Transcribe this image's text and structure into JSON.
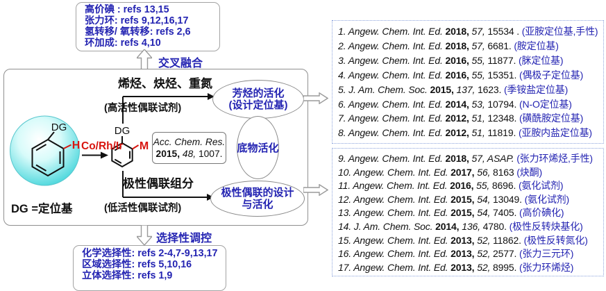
{
  "colors": {
    "accent_blue": "#2424b2",
    "accent_red": "#d8150f",
    "box_gray": "#a3a3a3",
    "dash_blue": "#8ba2dc",
    "sphere_cyan": "#4fd8dd"
  },
  "fusion_box": {
    "lines": [
      "高价碘 : refs 13,15",
      "张力环: refs 9,12,16,17",
      "氢转移/ 氧转移: refs 2,6",
      "环加成: refs 4,10"
    ]
  },
  "fusion_label": "交叉融合",
  "selectivity_label": "选择性调控",
  "selectivity_box": {
    "lines": [
      "化学选择性: refs 2-4,7-9,13,17",
      "区域选择性: refs 5,10,16",
      "立体选择性: refs 1,9"
    ]
  },
  "scheme": {
    "reactant_dg": "DG",
    "reactant_h": "H",
    "dg_legend": "DG =定位基",
    "catalyst": "Co/Rh/Ir",
    "product_dg": "DG",
    "product_m": "M",
    "accbox_line1": "Acc. Chem. Res.",
    "accbox_year": "2015,",
    "accbox_vol": "48,",
    "accbox_page": "1007.",
    "top_branch": "烯烃、炔烃、重氮",
    "top_branch_sub": "(高活性偶联试剂)",
    "bottom_branch": "极性偶联组分",
    "bottom_branch_sub": "(低活性偶联试剂)"
  },
  "ovals": {
    "top_line1": "芳烃的活化",
    "top_line2": "(设计定位基)",
    "middle": "底物活化",
    "bottom_line1": "极性偶联的设计",
    "bottom_line2": "与活化"
  },
  "refs_top": {
    "items": [
      {
        "lead": "1. Angew. Chem. Int. Ed.",
        "year": "2018,",
        "vol": "57,",
        "page": "15534 .",
        "note": "(亚胺定位基,手性)"
      },
      {
        "lead": "2. Angew. Chem. Int. Ed.",
        "year": "2018,",
        "vol": "57,",
        "page": "6681.",
        "note": "(胺定位基)"
      },
      {
        "lead": "3. Angew. Chem. Int. Ed.",
        "year": "2016,",
        "vol": "55,",
        "page": "11877.",
        "note": "(脒定位基)"
      },
      {
        "lead": "4. Angew. Chem. Int. Ed.",
        "year": "2016,",
        "vol": "55,",
        "page": "15351.",
        "note": "(偶极子定位基)"
      },
      {
        "lead": "5. J. Am. Chem. Soc.",
        "year": "2015,",
        "vol": "137,",
        "page": "1623.",
        "note": "(季铵盐定位基)"
      },
      {
        "lead": "6. Angew. Chem. Int. Ed.",
        "year": "2014,",
        "vol": "53,",
        "page": "10794.",
        "note": "(N-O定位基)"
      },
      {
        "lead": "7. Angew. Chem. Int. Ed.",
        "year": "2012,",
        "vol": "51,",
        "page": "12348.",
        "note": "(磺酰胺定位基)"
      },
      {
        "lead": "8. Angew. Chem. Int. Ed.",
        "year": "2012,",
        "vol": "51,",
        "page": "11819.",
        "note": "(亚胺内盐定位基)"
      }
    ]
  },
  "refs_bottom": {
    "items": [
      {
        "lead": "9. Angew. Chem. Int. Ed.",
        "year": "2018,",
        "vol": "57, ASAP.",
        "page": "",
        "note": "(张力环烯烃,手性)"
      },
      {
        "lead": "10. Angew. Chem. Int. Ed.",
        "year": "2017,",
        "vol": "56,",
        "page": "8163",
        "note": "(炔酮)"
      },
      {
        "lead": "11. Angew. Chem. Int. Ed.",
        "year": "2016,",
        "vol": "55,",
        "page": "8696.",
        "note": "(氨化试剂)"
      },
      {
        "lead": "12. Angew. Chem. Int. Ed.",
        "year": "2015,",
        "vol": "54,",
        "page": "13049.",
        "note": "(氨化试剂)"
      },
      {
        "lead": "13. Angew. Chem. Int. Ed.",
        "year": "2015,",
        "vol": "54,",
        "page": "7405.",
        "note": "(高价碘化)"
      },
      {
        "lead": "14. J. Am. Chem. Soc.",
        "year": "2014,",
        "vol": "136,",
        "page": "4780.",
        "note": "(极性反转炔基化)"
      },
      {
        "lead": "15. Angew. Chem. Int. Ed.",
        "year": "2013,",
        "vol": "52,",
        "page": "11862.",
        "note": "(极性反转氮化)"
      },
      {
        "lead": "16. Angew. Chem. Int. Ed.",
        "year": "2013,",
        "vol": "52,",
        "page": "2577.",
        "note": "(张力三元环)"
      },
      {
        "lead": "17. Angew. Chem. Int. Ed.",
        "year": "2013,",
        "vol": "52,",
        "page": "8995.",
        "note": "(张力环烯烃)"
      }
    ]
  }
}
